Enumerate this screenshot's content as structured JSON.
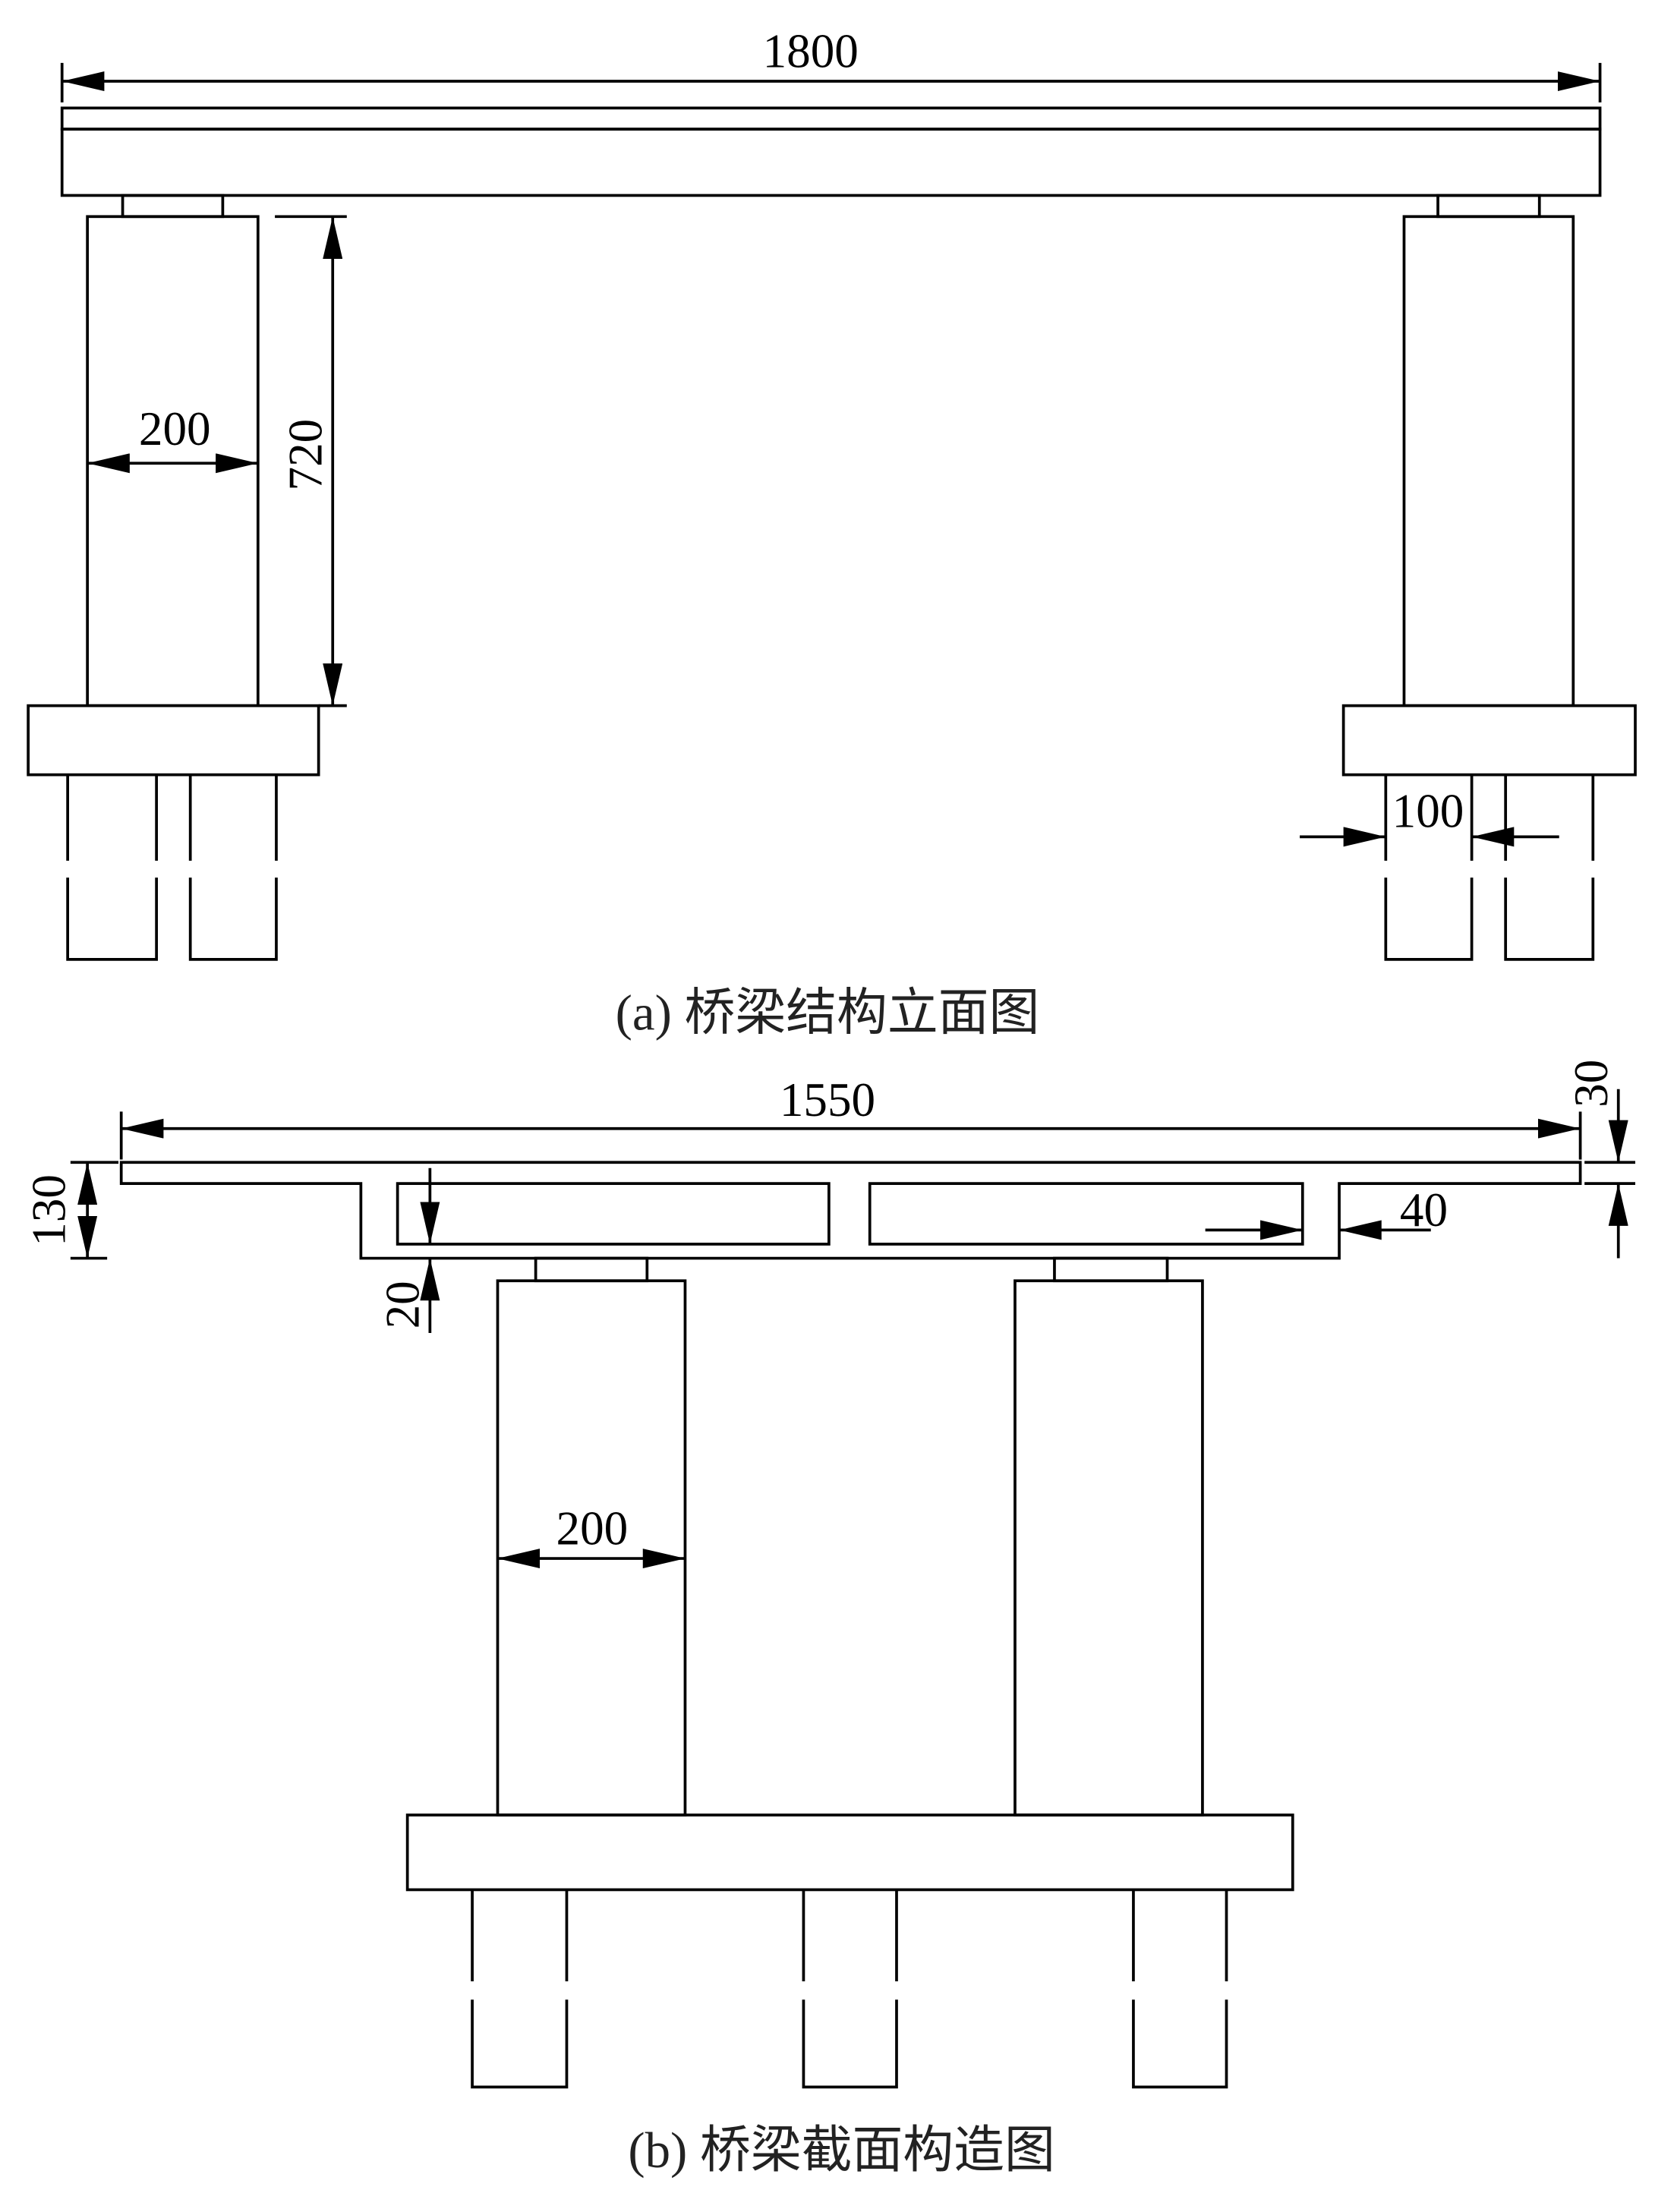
{
  "figure_a": {
    "caption": "(a) 桥梁结构立面图",
    "dims": {
      "span": "1800",
      "pier_height": "720",
      "pier_width": "200",
      "pile_gap": "100"
    }
  },
  "figure_b": {
    "caption": "(b) 桥梁截面构造图",
    "dims": {
      "deck_width": "1550",
      "deck_depth": "130",
      "flange_thickness": "30",
      "web_thickness": "40",
      "bottom_slab": "20",
      "pier_width": "200"
    }
  }
}
